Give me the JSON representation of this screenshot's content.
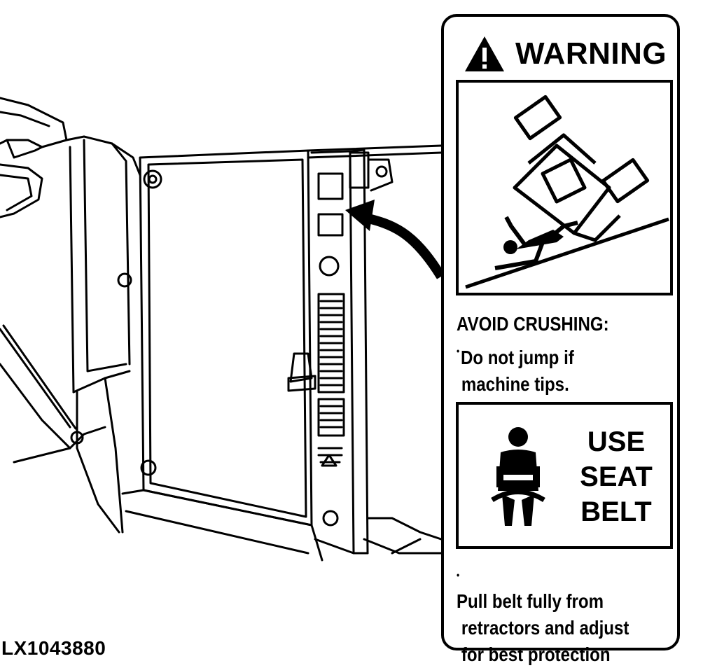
{
  "figure_id": "LX1043880",
  "decal": {
    "title": "WARNING",
    "hazard_heading": "AVOID CRUSHING:",
    "hazard_line1": "Do not jump if",
    "hazard_line2": "machine tips.",
    "seatbelt_line1": "USE",
    "seatbelt_line2": "SEAT",
    "seatbelt_line3": "BELT",
    "instruction_line1": "Pull belt fully from",
    "instruction_line2": "retractors and adjust",
    "instruction_line3": "for best protection",
    "bullet": "•"
  },
  "icons": {
    "warning": "warning-triangle-icon",
    "tipover": "machine-tipover-icon",
    "seatbelt": "seatbelt-operator-icon",
    "arrow": "pointer-arrow-icon"
  }
}
